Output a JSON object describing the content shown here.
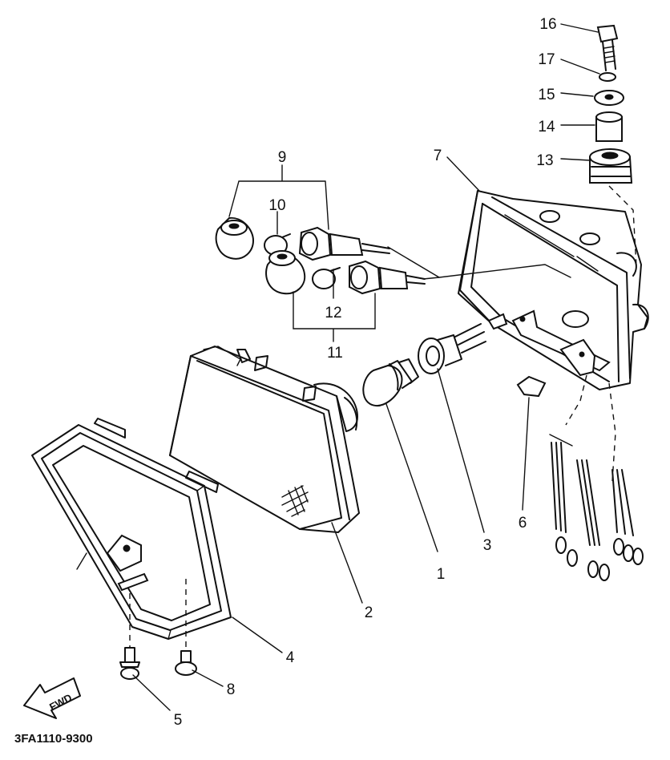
{
  "diagram": {
    "code": "3FA1110-9300",
    "fwd_label": "FWD",
    "labels": [
      "1",
      "2",
      "3",
      "4",
      "5",
      "6",
      "7",
      "8",
      "9",
      "10",
      "11",
      "12",
      "13",
      "14",
      "15",
      "16",
      "17"
    ]
  }
}
